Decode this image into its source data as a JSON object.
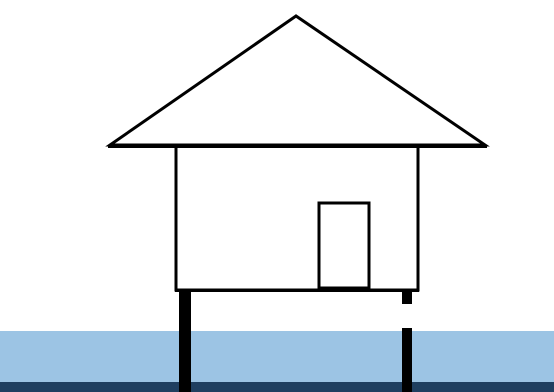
{
  "diagram": {
    "colors": {
      "background": "#ffffff",
      "stroke": "#000000",
      "water": "#9cc4e4",
      "water_bottom": "#1f3f60"
    },
    "elements": [
      "roof",
      "house-walls",
      "door",
      "floor-beam",
      "left-stilt",
      "right-stilt",
      "water"
    ]
  }
}
